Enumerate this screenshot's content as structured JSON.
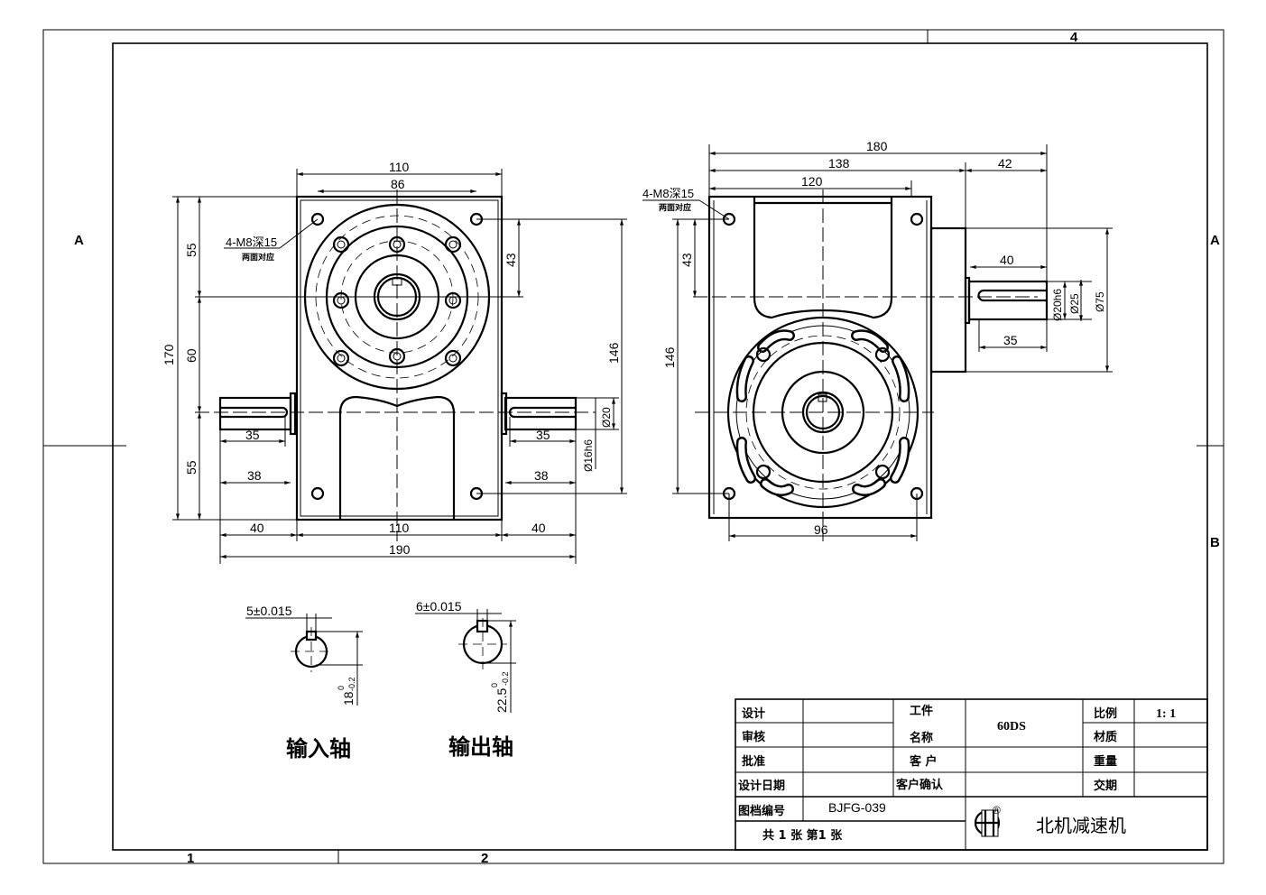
{
  "sheet": {
    "zone_top": "4",
    "zone_left": "A",
    "zone_right_a": "A",
    "zone_right_b": "B",
    "zone_bottom_1": "1",
    "zone_bottom_2": "2"
  },
  "front_view": {
    "width_top": "110",
    "hole_span": "86",
    "height_total": "170",
    "upper": "55",
    "middle": "60",
    "lower": "55",
    "hole_offset": "43",
    "hole_height": "146",
    "shaft_dia": "Ø20",
    "shaft_fit": "Ø16h6",
    "key_left": "35",
    "shaft_left": "38",
    "key_right": "35",
    "shaft_right": "38",
    "ext_left": "40",
    "body_width": "110",
    "ext_right": "40",
    "overall": "190",
    "thread_note": "4-M8深15",
    "thread_note_sub": "两面对应"
  },
  "side_view": {
    "overall": "180",
    "body": "138",
    "shaft_ext": "42",
    "top_width": "120",
    "shaft_len": "40",
    "key_len": "35",
    "shaft_fit": "Ø20h6",
    "shoulder": "Ø25",
    "flange": "Ø75",
    "hole_height": "146",
    "hole_offset": "43",
    "hole_span": "96",
    "thread_note": "4-M8深15",
    "thread_note_sub": "两面对应"
  },
  "sections": {
    "input": {
      "key_width": "5±0.015",
      "depth": "18",
      "tol_upper": "0",
      "tol_lower": "-0.2",
      "label": "输入轴"
    },
    "output": {
      "key_width": "6±0.015",
      "depth": "22.5",
      "tol_upper": "0",
      "tol_lower": "-0.2",
      "label": "输出轴"
    }
  },
  "title_block": {
    "design": "设计",
    "review": "审核",
    "approve": "批准",
    "design_date": "设计日期",
    "part_label_1": "工件",
    "part_label_2": "名称",
    "part_name": "60DS",
    "customer": "客 户",
    "customer_confirm": "客户确认",
    "scale_label": "比例",
    "scale": "1: 1",
    "material": "材质",
    "weight": "重量",
    "delivery": "交期",
    "drawing_no_label": "图档编号",
    "drawing_no": "BJFG-039",
    "sheets": "共 1 张 第1 张",
    "registered": "®",
    "company": "北机减速机"
  }
}
